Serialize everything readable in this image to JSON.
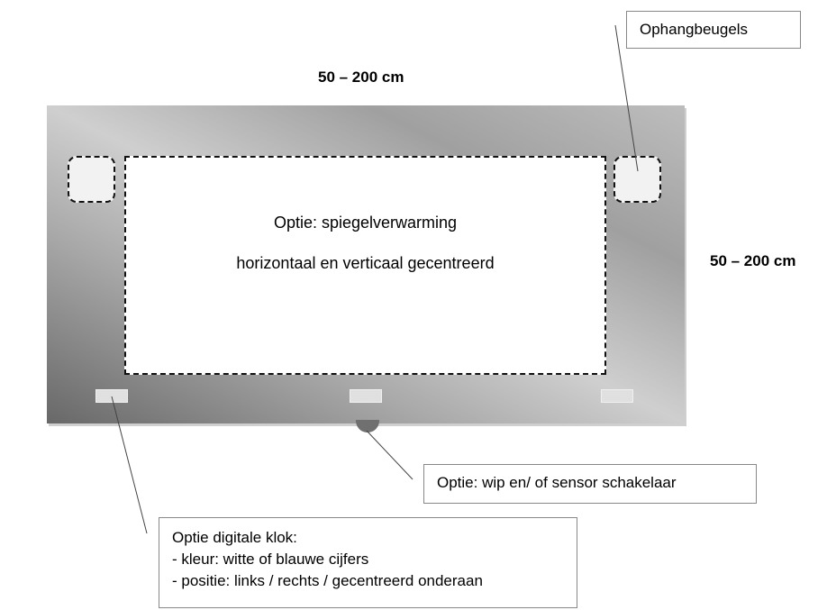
{
  "dimensions": {
    "width": "50 – 200 cm",
    "height": "50 – 200 cm"
  },
  "mirror": {
    "heating_line1": "Optie: spiegelverwarming",
    "heating_line2": "horizontaal en verticaal gecentreerd"
  },
  "callouts": {
    "brackets": "Ophangbeugels",
    "switch": "Optie: wip en/ of sensor schakelaar",
    "clock": {
      "line1": "Optie digitale klok:",
      "line2": "- kleur: witte of blauwe cijfers",
      "line3": "- positie: links / rechts / gecentreerd onderaan"
    }
  }
}
